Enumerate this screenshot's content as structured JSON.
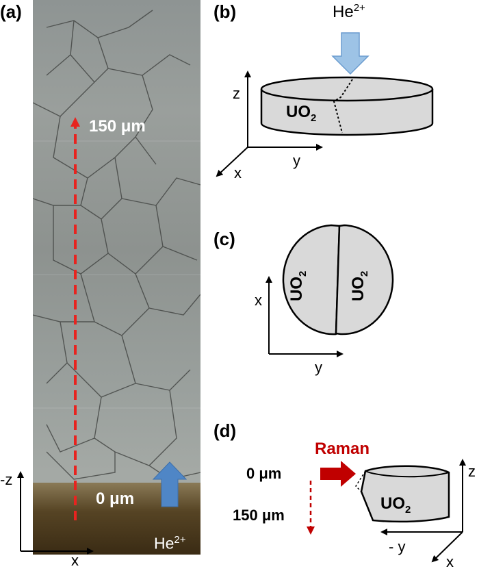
{
  "panels": {
    "a": {
      "label": "(a)",
      "top_marker": "150 μm",
      "bottom_marker": "0 μm",
      "beam": "He",
      "beam_charge": "2+",
      "axis_vertical": "-z",
      "axis_horizontal": "x"
    },
    "b": {
      "label": "(b)",
      "beam": "He",
      "beam_charge": "2+",
      "sample": "UO",
      "sample_sub": "2",
      "axis_z": "z",
      "axis_x": "x",
      "axis_y": "y"
    },
    "c": {
      "label": "(c)",
      "left_half": "UO",
      "left_half_sub": "2",
      "right_half": "UO",
      "right_half_sub": "2",
      "axis_x": "x",
      "axis_y": "y"
    },
    "d": {
      "label": "(d)",
      "laser": "Raman",
      "depth_start": "0 μm",
      "depth_end": "150 μm",
      "sample": "UO",
      "sample_sub": "2",
      "axis_z": "z",
      "axis_y": "- y",
      "axis_x": "x"
    }
  },
  "colors": {
    "scan_red": "#e8231f",
    "laser_red": "#c00000",
    "beam_blue": "#4f86c6",
    "beam_light_blue": "#9dc3e6",
    "sample_fill": "#d9d9d9"
  }
}
